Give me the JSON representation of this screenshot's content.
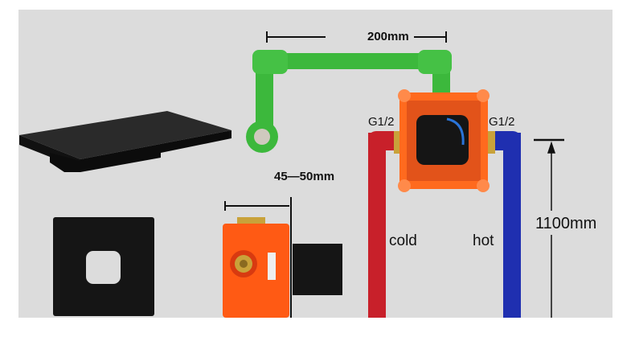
{
  "dimensions": {
    "pipe_spacing": "200mm",
    "wall_depth": "45—50mm",
    "height": "1100mm"
  },
  "connections": {
    "left_thread": "G1/2",
    "right_thread": "G1/2",
    "left_pipe": "cold",
    "right_pipe": "hot"
  },
  "colors": {
    "background": "#dcdcdc",
    "green_pipe": "#3cb83c",
    "red_pipe": "#c8202a",
    "blue_pipe": "#1f2fb0",
    "valve_body": "#ff5a14",
    "matte_black": "#1a1a1a"
  }
}
